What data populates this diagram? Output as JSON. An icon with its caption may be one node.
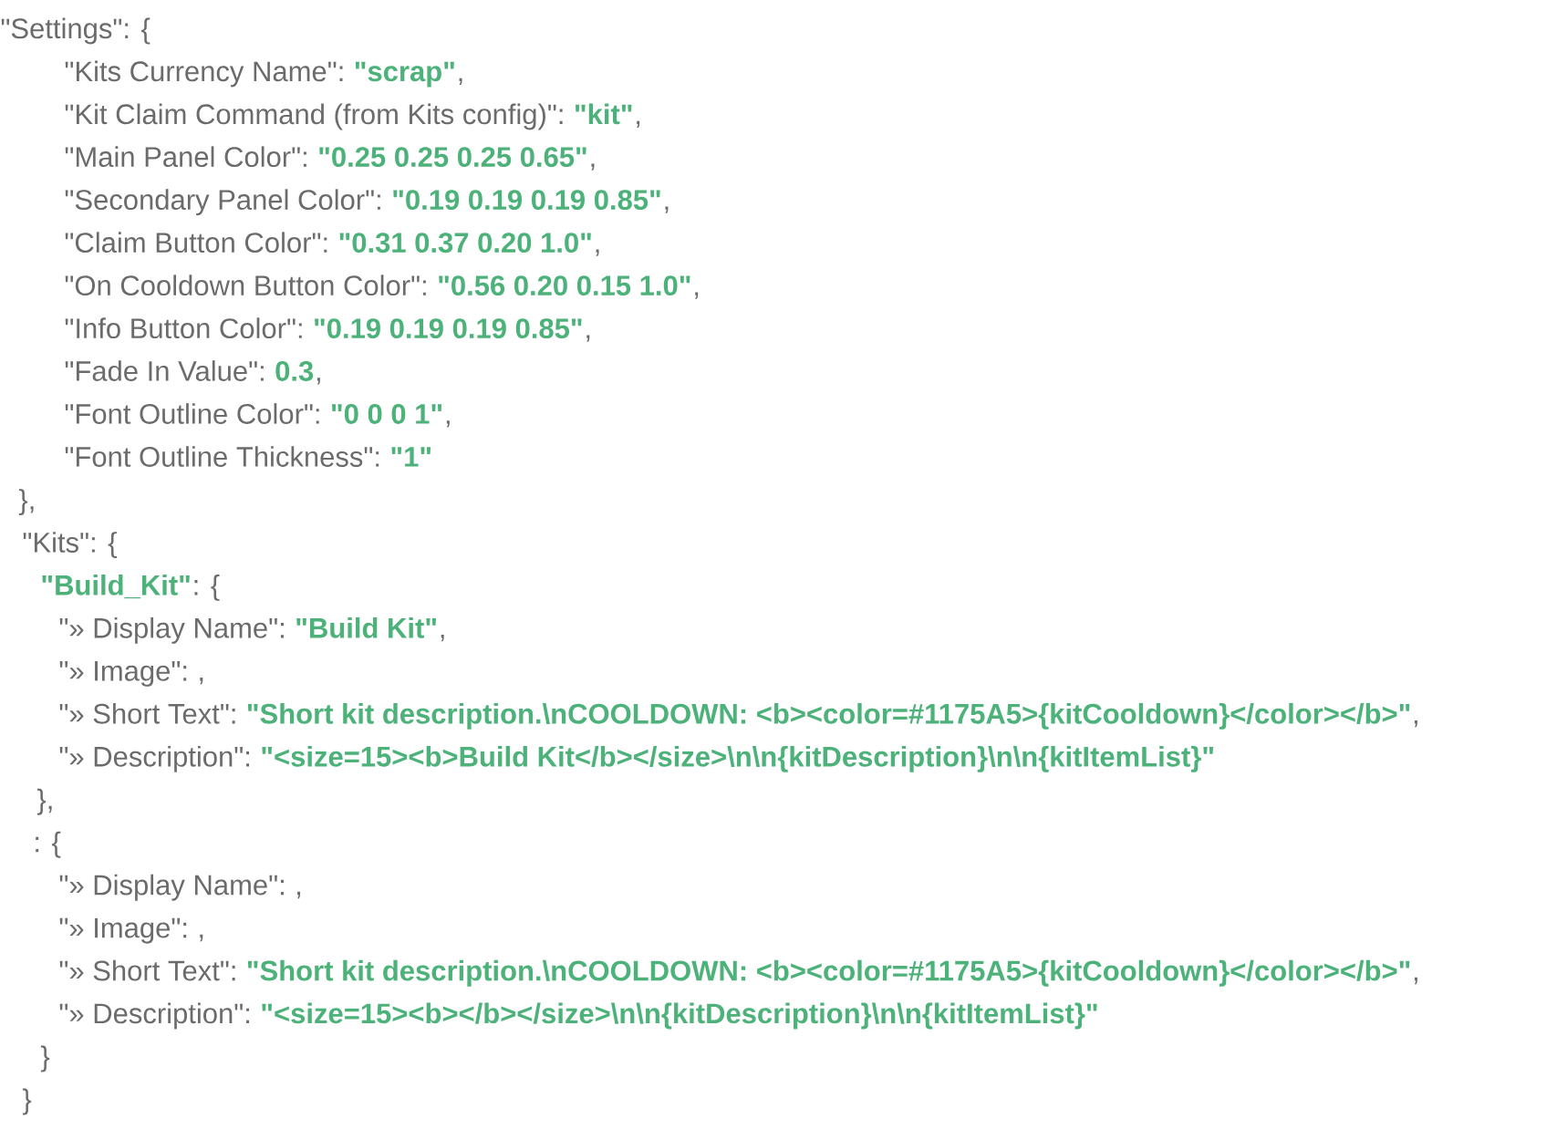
{
  "diagram": {
    "labels": [
      "\"Settings\": {",
      "\"Kits Currency Name\":",
      "\"scrap\"",
      ",",
      "\"Kit Claim Command (from Kits config)\":",
      "\"kit\"",
      ",",
      "\"Main Panel Color\":",
      "\"0.25 0.25 0.25 0.65\"",
      ",",
      "\"Secondary Panel Color\":",
      "\"0.19 0.19 0.19 0.85\"",
      ",",
      "\"Claim Button Color\":",
      "\"0.31 0.37 0.20 1.0\"",
      ",",
      "\"On Cooldown Button Color\":",
      "\"0.56 0.20 0.15 1.0\"",
      ",",
      "\"Info Button Color\":",
      "\"0.19 0.19 0.19 0.85\"",
      ",",
      "\"Fade In Value\":",
      "0.3",
      ",",
      "\"Font Outline Color\":",
      "\"0 0 0 1\"",
      ",",
      "\"Font Outline Thickness\":",
      "\"1\"",
      "},",
      "\"Kits\": {",
      "\"Build_Kit\"",
      ": {",
      "\"» Display Name\":",
      "\"Build Kit\"",
      ",",
      "\"» Image\":",
      ",",
      "\"» Short Text\":",
      "\"Short kit description.\\nCOOLDOWN: <b><color=#1175A5>{kitCooldown}</color></b>\"",
      ",",
      "\"» Description\":",
      "\"<size=15><b>Build Kit</b></size>\\n\\n{kitDescription}\\n\\n{kitItemList}\"",
      "},",
      ": {",
      "\"» Display Name\":",
      ",",
      "\"» Image\":",
      ",",
      "\"» Short Text\":",
      "\"Short kit description.\\nCOOLDOWN: <b><color=#1175A5>{kitCooldown}</color></b>\"",
      ",",
      "\"» Description\":",
      "\"<size=15><b></b></size>\\n\\n{kitDescription}\\n\\n{kitItemList}\"",
      "}",
      "}"
    ]
  }
}
